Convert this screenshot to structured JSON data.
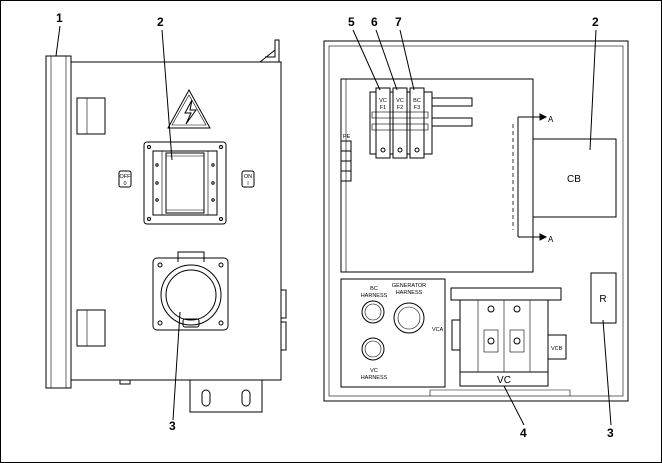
{
  "callouts": {
    "left_enclosure": "1",
    "left_warning_panel": "2",
    "left_socket": "3",
    "right_cb": "2",
    "right_r": "3",
    "right_terminal": "4",
    "fuse_1": "5",
    "fuse_2": "6",
    "fuse_3": "7"
  },
  "switch": {
    "off_top": "OFF",
    "off_bottom": "0",
    "on_top": "ON",
    "on_bottom": "I"
  },
  "fuses": [
    {
      "top": "VC",
      "bottom": "F1"
    },
    {
      "top": "VC",
      "bottom": "F2"
    },
    {
      "top": "BC",
      "bottom": "F3"
    }
  ],
  "labels": {
    "pe": "PE",
    "arrow_a_top": "A",
    "arrow_a_bottom": "A",
    "cb": "CB",
    "r": "R",
    "bc_harness_1": "BC",
    "bc_harness_2": "HARNESS",
    "gen_harness_1": "GENERATOR",
    "gen_harness_2": "HARNESS",
    "vc_harness_1": "VC",
    "vc_harness_2": "HARNESS",
    "vca": "VCA",
    "vcb": "VCB",
    "vc": "VC"
  }
}
